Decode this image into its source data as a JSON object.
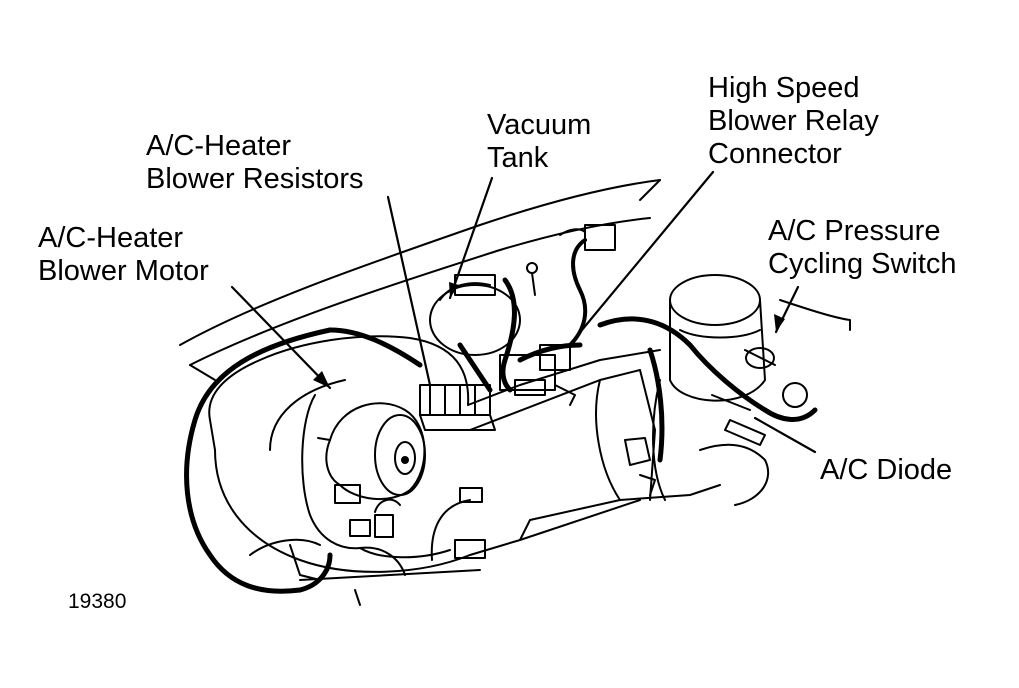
{
  "labels": {
    "blower_resistors": [
      "A/C-Heater",
      "Blower Resistors"
    ],
    "blower_motor": [
      "A/C-Heater",
      "Blower Motor"
    ],
    "vacuum_tank": [
      "Vacuum",
      "Tank"
    ],
    "relay_connector": [
      "High Speed",
      "Blower Relay",
      "Connector"
    ],
    "pressure_switch": [
      "A/C Pressure",
      "Cycling Switch"
    ],
    "diode": "A/C Diode"
  },
  "figure_number": "19380",
  "colors": {
    "ink": "#000000",
    "background": "#ffffff"
  }
}
